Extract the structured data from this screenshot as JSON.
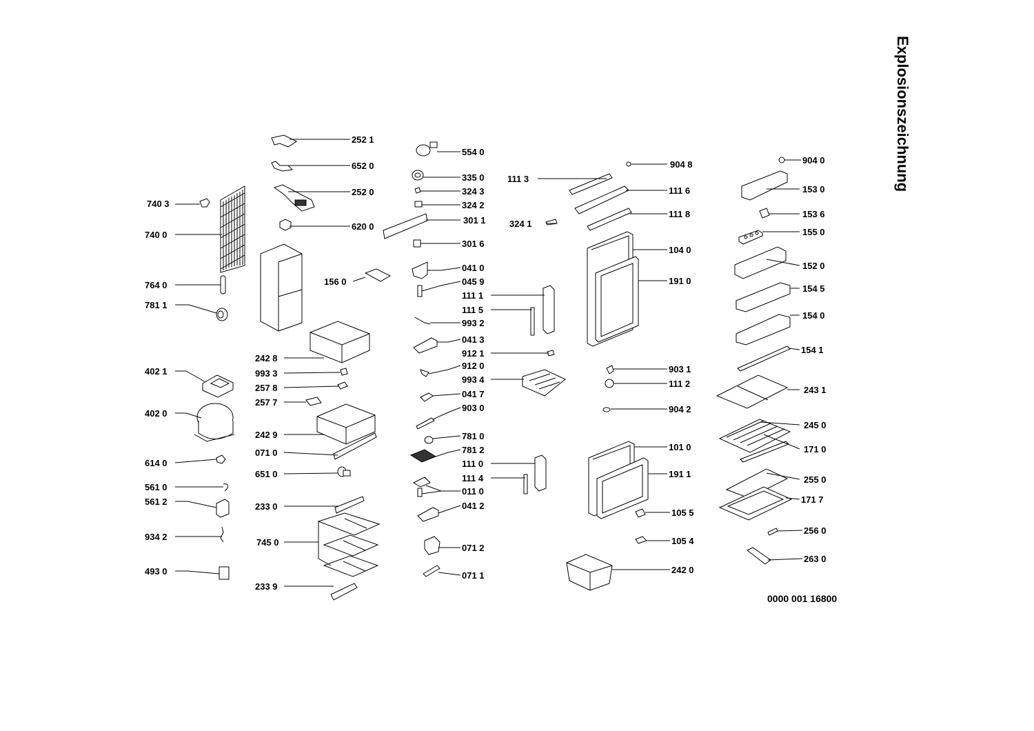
{
  "title": "Explosionszeichnung",
  "drawing_number": "0000 001 16800",
  "labels": {
    "p7403": "740 3",
    "p7400": "740 0",
    "p7640": "764 0",
    "p7811": "781 1",
    "p4021": "402 1",
    "p4020": "402 0",
    "p6140": "614 0",
    "p5610": "561 0",
    "p5612": "561 2",
    "p9342": "934 2",
    "p4930": "493 0",
    "p2521": "252 1",
    "p6520": "652 0",
    "p2520": "252 0",
    "p6200": "620 0",
    "p1560": "156 0",
    "p2428": "242 8",
    "p9933": "993 3",
    "p2578": "257 8",
    "p2577": "257 7",
    "p2429": "242 9",
    "p0710": "071 0",
    "p6510": "651 0",
    "p2330": "233 0",
    "p7450": "745 0",
    "p2339": "233 9",
    "p5540": "554 0",
    "p3350": "335 0",
    "p3243": "324 3",
    "p3242": "324 2",
    "p3011": "301 1",
    "p3016": "301 6",
    "p0410": "041 0",
    "p0459": "045 9",
    "p1111": "111 1",
    "p1115": "111 5",
    "p9932": "993 2",
    "p0413": "041 3",
    "p9121": "912 1",
    "p9120": "912 0",
    "p9934": "993 4",
    "p0417": "041 7",
    "p9030": "903 0",
    "p7810": "781 0",
    "p7812": "781 2",
    "p1110": "111 0",
    "p1114": "111 4",
    "p0110": "011 0",
    "p0412": "041 2",
    "p0712": "071 2",
    "p0711": "071 1",
    "p1113": "111 3",
    "p3241": "324 1",
    "p9048": "904 8",
    "p1116": "111 6",
    "p1118": "111 8",
    "p1040": "104 0",
    "p1910": "191 0",
    "p9031": "903 1",
    "p1112": "111 2",
    "p9042": "904 2",
    "p1010": "101 0",
    "p1911": "191 1",
    "p1055": "105 5",
    "p1054": "105 4",
    "p2420": "242 0",
    "p9040": "904 0",
    "p1530": "153 0",
    "p1536": "153 6",
    "p1550": "155 0",
    "p1520": "152 0",
    "p1545": "154 5",
    "p1540": "154 0",
    "p1541": "154 1",
    "p2431": "243 1",
    "p2450": "245 0",
    "p1710": "171 0",
    "p2550": "255 0",
    "p1717": "171 7",
    "p2560": "256 0",
    "p2630": "263 0"
  }
}
